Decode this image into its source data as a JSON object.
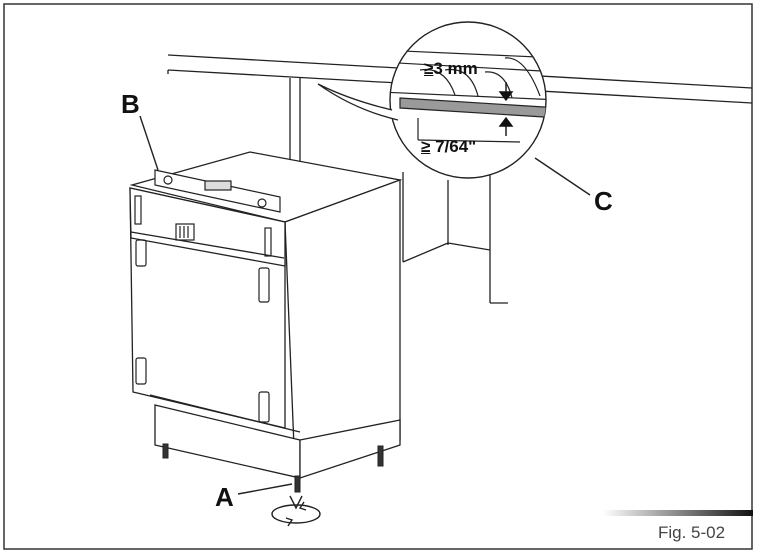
{
  "callouts": {
    "a": "A",
    "b": "B",
    "c": "C"
  },
  "dimensions": {
    "gap_metric_symbol": "≥",
    "gap_metric": "3 mm",
    "gap_imperial_symbol": "≥",
    "gap_imperial": "7/64\""
  },
  "figure_label": "Fig. 5-02"
}
